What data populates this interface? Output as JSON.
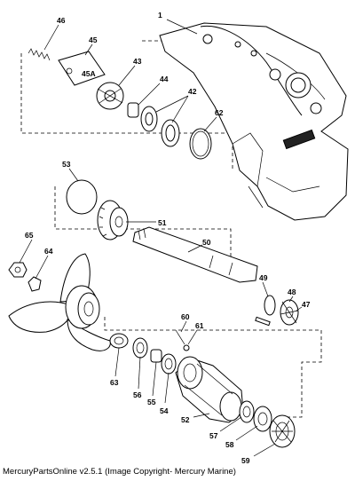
{
  "caption": "MercuryPartsOnline v2.5.1 (Image Copyright- Mercury Marine)",
  "parts": [
    {
      "id": "p1",
      "label": "1"
    },
    {
      "id": "p46",
      "label": "46"
    },
    {
      "id": "p45",
      "label": "45"
    },
    {
      "id": "p45a",
      "label": "45A"
    },
    {
      "id": "p43",
      "label": "43"
    },
    {
      "id": "p44",
      "label": "44"
    },
    {
      "id": "p42",
      "label": "42"
    },
    {
      "id": "p62",
      "label": "62"
    },
    {
      "id": "p53",
      "label": "53"
    },
    {
      "id": "p51",
      "label": "51"
    },
    {
      "id": "p50",
      "label": "50"
    },
    {
      "id": "p65",
      "label": "65"
    },
    {
      "id": "p64",
      "label": "64"
    },
    {
      "id": "p49",
      "label": "49"
    },
    {
      "id": "p48",
      "label": "48"
    },
    {
      "id": "p47",
      "label": "47"
    },
    {
      "id": "p60",
      "label": "60"
    },
    {
      "id": "p61",
      "label": "61"
    },
    {
      "id": "p63",
      "label": "63"
    },
    {
      "id": "p56",
      "label": "56"
    },
    {
      "id": "p55",
      "label": "55"
    },
    {
      "id": "p54",
      "label": "54"
    },
    {
      "id": "p52",
      "label": "52"
    },
    {
      "id": "p57",
      "label": "57"
    },
    {
      "id": "p58",
      "label": "58"
    },
    {
      "id": "p59",
      "label": "59"
    }
  ]
}
